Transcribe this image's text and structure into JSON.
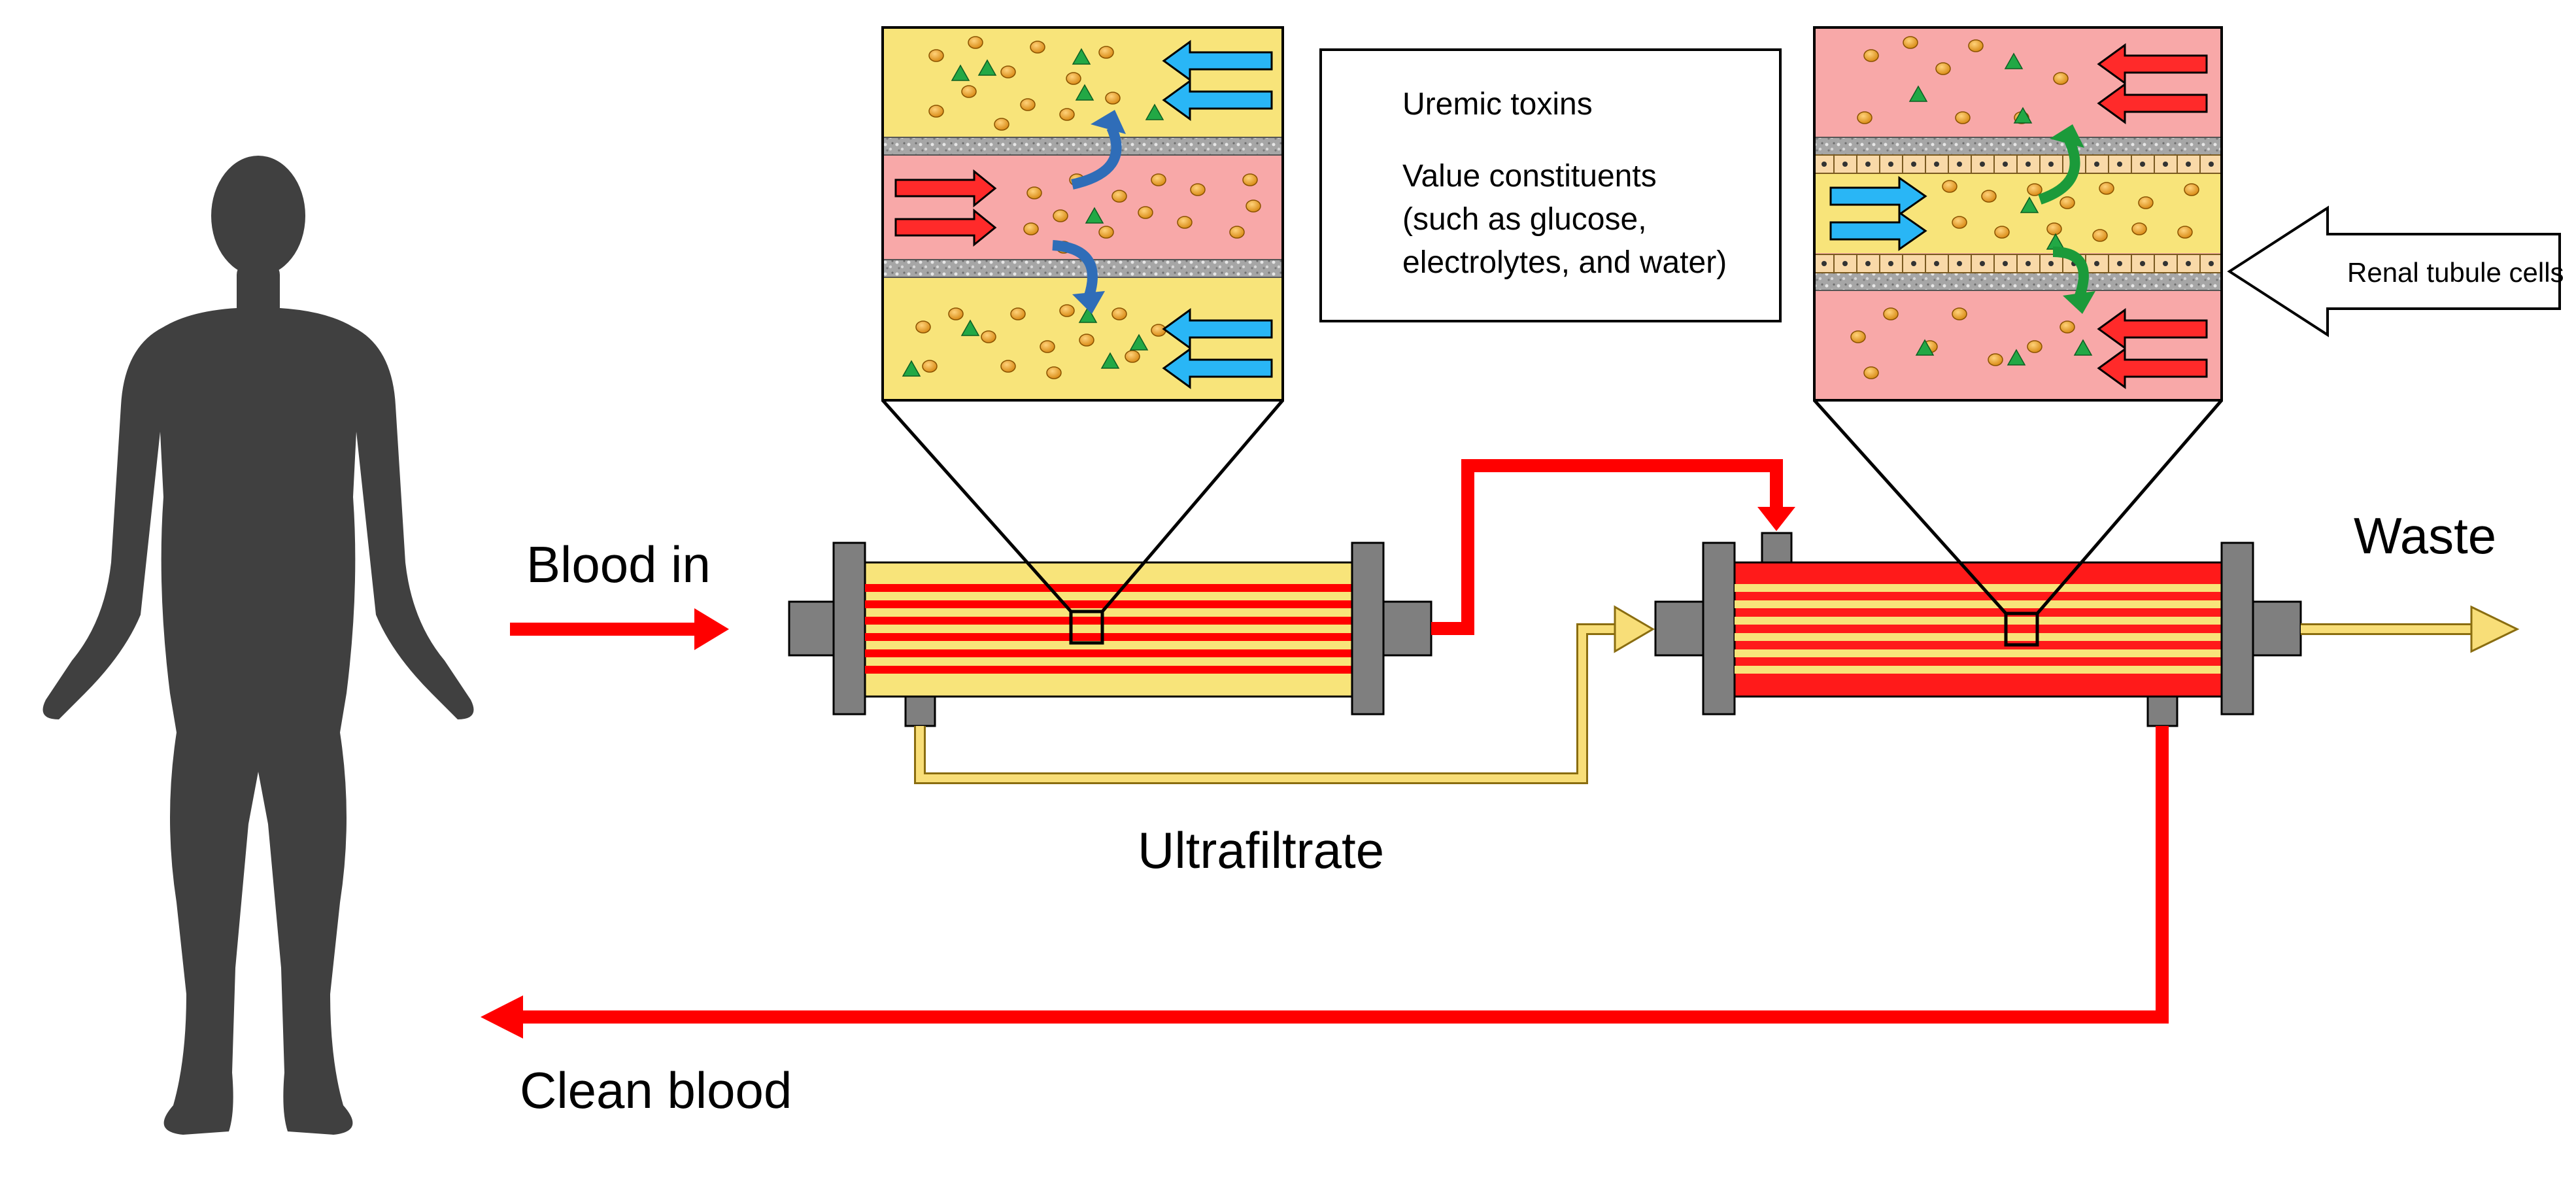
{
  "labels": {
    "blood_in": "Blood in",
    "waste": "Waste",
    "ultrafiltrate": "Ultrafiltrate",
    "clean_blood": "Clean blood"
  },
  "legend": {
    "toxins": "Uremic toxins",
    "valuable_line1": "Value constituents",
    "valuable_line2": "(such as glucose,",
    "valuable_line3": "electrolytes, and water)"
  },
  "callout": {
    "renal_cells": "Renal tubule cells"
  },
  "colors": {
    "blood": "#ff0000",
    "blood_zone": "#f8a8a8",
    "filtrate_zone": "#f8e47a",
    "filtrate_line": "#f2cf5c",
    "membrane": "#9a9a9a",
    "toxin": "#e89a1c",
    "constituent": "#1b9a3a",
    "dialysate_arrow": "#29b6f6",
    "body": "#404040",
    "housing": "#7f7f7f"
  }
}
